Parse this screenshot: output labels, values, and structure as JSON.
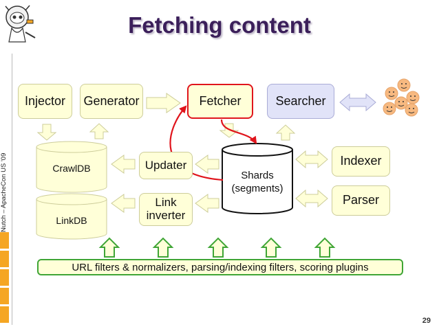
{
  "slide": {
    "title": "Fetching content",
    "side_text": "Nutch – ApacheCon US '09",
    "page_number": "29"
  },
  "diagram": {
    "injector": "Injector",
    "generator": "Generator",
    "fetcher": "Fetcher",
    "searcher": "Searcher",
    "crawldb": "CrawlDB",
    "linkdb": "LinkDB",
    "updater": "Updater",
    "link_inverter": "Link\ninverter",
    "shards": "Shards\n(segments)",
    "indexer": "Indexer",
    "parser": "Parser",
    "plugins": "URL filters & normalizers, parsing/indexing filters, scoring plugins"
  },
  "colors": {
    "title": "#3b1f5a",
    "box_fill": "#ffffd8",
    "searcher_fill": "#e1e3f8",
    "highlight": "#e0141c",
    "arrow_green": "#3fa535",
    "sidebar_accent": "#f5a623",
    "smiley": "#f7b980"
  }
}
